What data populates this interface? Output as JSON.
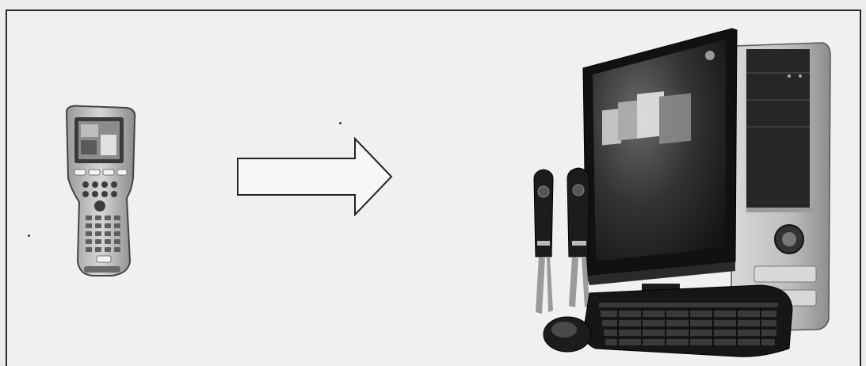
{
  "figure": {
    "source_device": "handheld-data-collector",
    "target_device": "desktop-computer",
    "arrow_direction": "right",
    "style": "grayscale-scan"
  },
  "colors": {
    "frame": "#2a2a2a",
    "background": "#f0f0f0",
    "dark": "#1c1c1c",
    "mid": "#7a7a7a",
    "light": "#cfcfcf"
  }
}
